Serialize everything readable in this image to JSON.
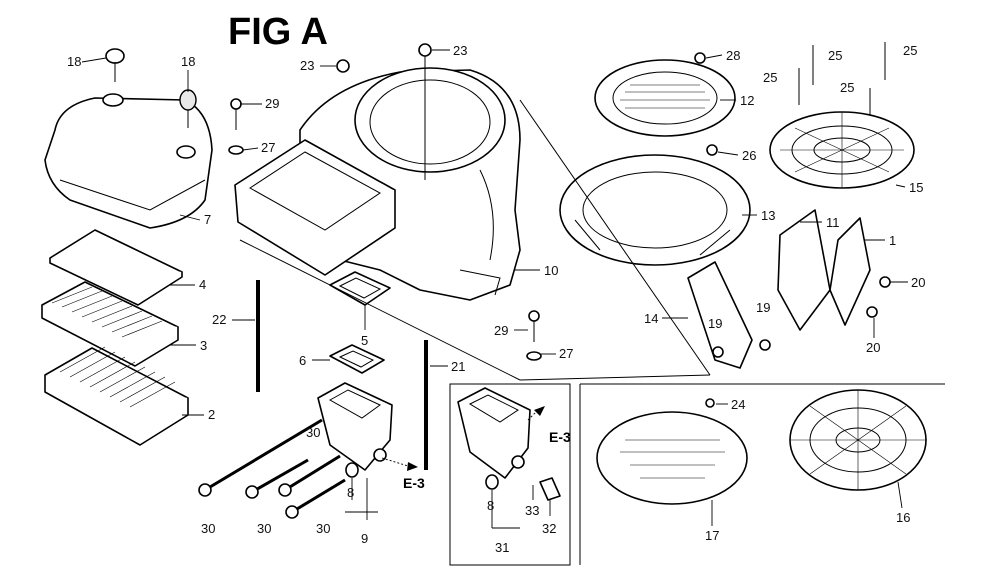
{
  "title": "FIG A",
  "refs": {
    "e3_left": "E-3",
    "e3_right": "E-3"
  },
  "labels": {
    "l18a": "18",
    "l18b": "18",
    "l7": "7",
    "l4": "4",
    "l3": "3",
    "l2": "2",
    "l29a": "29",
    "l27a": "27",
    "l22": "22",
    "l23a": "23",
    "l23b": "23",
    "l5": "5",
    "l6": "6",
    "l10": "10",
    "l29b": "29",
    "l27b": "27",
    "l21": "21",
    "l30a": "30",
    "l30b": "30",
    "l30c": "30",
    "l30d": "30",
    "l8a": "8",
    "l9": "9",
    "l8b": "8",
    "l31": "31",
    "l33": "33",
    "l32": "32",
    "l28": "28",
    "l12": "12",
    "l26": "26",
    "l13": "13",
    "l14": "14",
    "l19a": "19",
    "l19b": "19",
    "l11": "11",
    "l1": "1",
    "l20a": "20",
    "l20b": "20",
    "l25a": "25",
    "l25b": "25",
    "l25c": "25",
    "l25d": "25",
    "l15": "15",
    "l24": "24",
    "l17": "17",
    "l16": "16"
  }
}
